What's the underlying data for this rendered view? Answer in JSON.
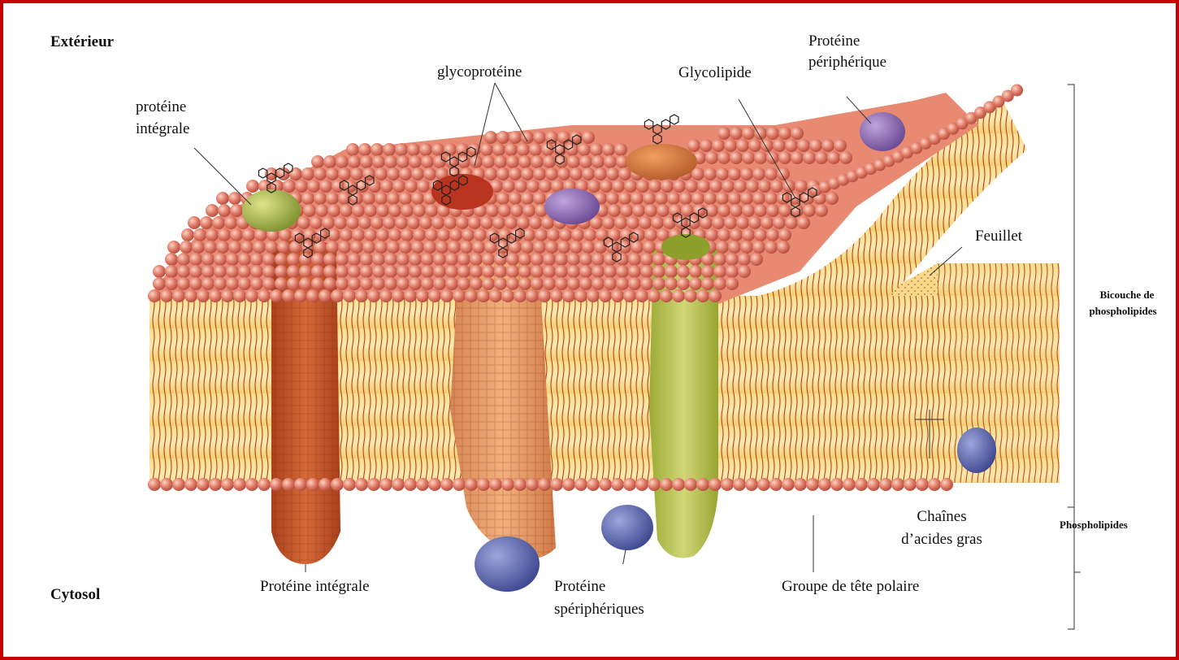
{
  "labels": {
    "exterieur": "Extérieur",
    "cytosol": "Cytosol",
    "glycoproteine": "glycoprotéine",
    "glycolipide": "Glycolipide",
    "proteine_peripherique_top_1": "Protéine",
    "proteine_peripherique_top_2": "périphérique",
    "proteine_integrale_top_1": "protéine",
    "proteine_integrale_top_2": "intégrale",
    "feuillet": "Feuillet",
    "bicouche_1": "Bicouche de",
    "bicouche_2": "phospholipides",
    "phospholipides": "Phospholipides",
    "chaines_1": "Chaînes",
    "chaines_2": "d’acides gras",
    "proteine_integrale_bottom": "Protéine intégrale",
    "proteine_peri_bottom_1": "Protéine",
    "proteine_peri_bottom_2": "spériphériques",
    "groupe_tete": "Groupe de tête polaire"
  },
  "colors": {
    "frame": "#c40000",
    "head": "#e07a66",
    "tail": "#f5d37a",
    "tail_line": "#b0421e",
    "integral_red": "#c0562a",
    "peripheral_orange": "#e39a62",
    "green_protein": "#b7c44a",
    "purple_protein": "#7d5aa6",
    "blue_protein": "#5a64a8"
  }
}
